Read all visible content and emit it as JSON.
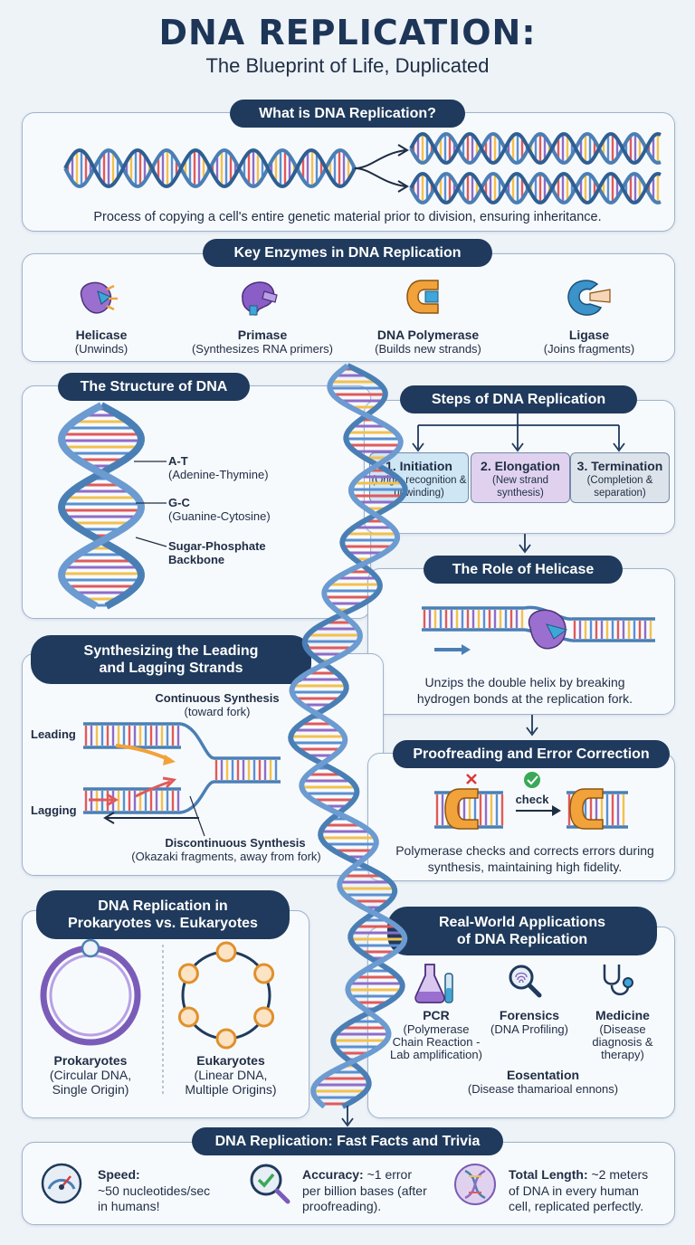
{
  "header": {
    "title": "DNA REPLICATION:",
    "subtitle": "The Blueprint of Life, Duplicated"
  },
  "what_is": {
    "heading": "What is DNA Replication?",
    "description": "Process of copying a cell's entire genetic material prior to division, ensuring inheritance."
  },
  "enzymes": {
    "heading": "Key Enzymes in DNA Replication",
    "items": [
      {
        "name": "Helicase",
        "role": "(Unwinds)",
        "color": "#9b6fd0"
      },
      {
        "name": "Primase",
        "role": "(Synthesizes RNA primers)",
        "color": "#8a5ec7"
      },
      {
        "name": "DNA Polymerase",
        "role": "(Builds new strands)",
        "color": "#f2a23a"
      },
      {
        "name": "Ligase",
        "role": "(Joins fragments)",
        "color": "#3b93c9"
      }
    ]
  },
  "structure": {
    "heading": "The Structure of DNA",
    "labels": [
      {
        "main": "A-T",
        "sub": "(Adenine-Thymine)"
      },
      {
        "main": "G-C",
        "sub": "(Guanine-Cytosine)"
      },
      {
        "main": "Sugar-Phosphate",
        "sub": "Backbone"
      }
    ]
  },
  "steps": {
    "heading": "Steps of DNA Replication",
    "items": [
      {
        "title": "1. Initiation",
        "desc": "(Origin recognition & unwinding)",
        "color": "#cfe6f4"
      },
      {
        "title": "2. Elongation",
        "desc": "(New strand synthesis)",
        "color": "#e0d2ef"
      },
      {
        "title": "3. Termination",
        "desc": "(Completion & separation)",
        "color": "#dde3ea"
      }
    ]
  },
  "helicase_role": {
    "heading": "The Role of Helicase",
    "description_line1": "Unzips the double helix by breaking",
    "description_line2": "hydrogen bonds at the replication fork."
  },
  "strands": {
    "heading_line1": "Synthesizing the Leading",
    "heading_line2": "and Lagging Strands",
    "continuous": "Continuous Synthesis",
    "continuous_sub": "(toward fork)",
    "leading": "Leading",
    "lagging": "Lagging",
    "discontinuous": "Discontinuous Synthesis",
    "discontinuous_sub": "(Okazaki fragments, away from fork)"
  },
  "proofreading": {
    "heading": "Proofreading and Error Correction",
    "check_label": "check",
    "description_line1": "Polymerase checks and corrects errors during",
    "description_line2": "synthesis, maintaining high fidelity."
  },
  "pro_vs_eu": {
    "heading_line1": "DNA Replication in",
    "heading_line2": "Prokaryotes vs. Eukaryotes",
    "prokaryotes": "Prokaryotes",
    "prokaryotes_sub1": "(Circular DNA,",
    "prokaryotes_sub2": "Single Origin)",
    "eukaryotes": "Eukaryotes",
    "eukaryotes_sub1": "(Linear DNA,",
    "eukaryotes_sub2": "Multiple Origins)"
  },
  "applications": {
    "heading_line1": "Real-World Applications",
    "heading_line2": "of DNA Replication",
    "pcr": "PCR",
    "pcr_sub1": "(Polymerase",
    "pcr_sub2": "Chain Reaction -",
    "pcr_sub3": "Lab amplification)",
    "forensics": "Forensics",
    "forensics_sub": "(DNA Profiling)",
    "medicine": "Medicine",
    "medicine_sub1": "(Disease",
    "medicine_sub2": "diagnosis &",
    "medicine_sub3": "therapy)",
    "extra": "Eosentation",
    "extra_sub": "(Disease thamarioal ennons)"
  },
  "facts": {
    "heading": "DNA Replication: Fast Facts and Trivia",
    "speed_label": "Speed:",
    "speed_text1": "~50 nucleotides/sec",
    "speed_text2": "in humans!",
    "accuracy_label": "Accuracy:",
    "accuracy_text0": " ~1 error",
    "accuracy_text1": "per billion bases (after",
    "accuracy_text2": "proofreading).",
    "length_label": "Total Length:",
    "length_text0": " ~2 meters",
    "length_text1": "of DNA in every human",
    "length_text2": "cell, replicated perfectly."
  },
  "colors": {
    "navy": "#1f3a5c",
    "helix_blue": "#4a7fb5",
    "base_red": "#e05a5a",
    "base_purple": "#8f6cc7",
    "base_yellow": "#f2c14e",
    "base_blue": "#5a8fd0",
    "orange": "#f2a23a"
  }
}
